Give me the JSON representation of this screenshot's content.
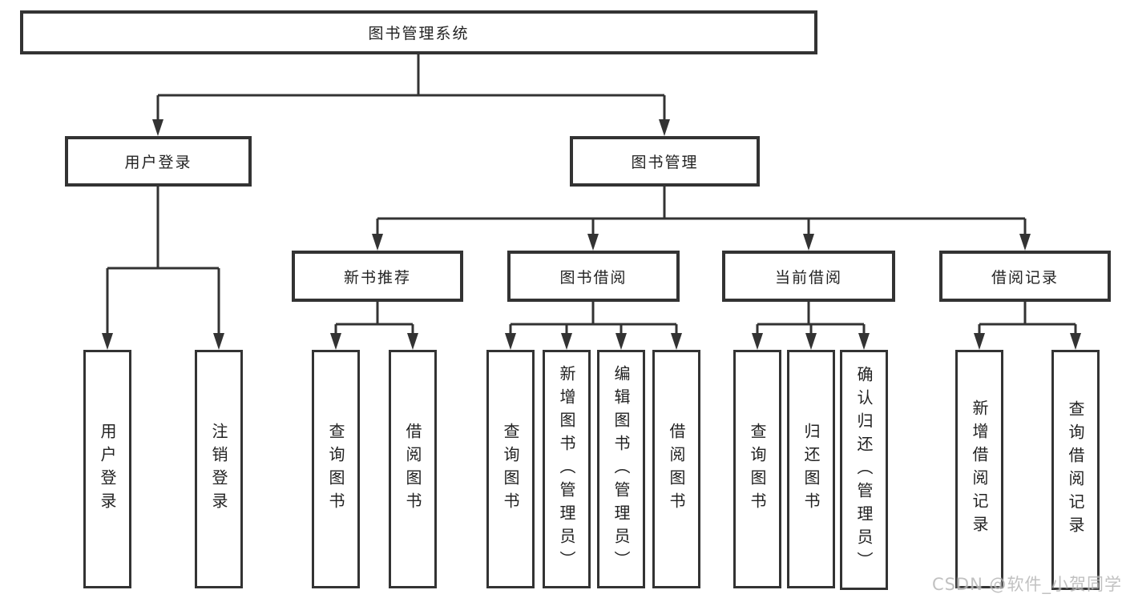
{
  "tree": {
    "label": "图书管理系统",
    "children": [
      {
        "label": "用户登录",
        "children": [
          {
            "label": "用户登录"
          },
          {
            "label": "注销登录"
          }
        ]
      },
      {
        "label": "图书管理",
        "children": [
          {
            "label": "新书推荐",
            "children": [
              {
                "label": "查询图书"
              },
              {
                "label": "借阅图书"
              }
            ]
          },
          {
            "label": "图书借阅",
            "children": [
              {
                "label": "查询图书"
              },
              {
                "label": "新增图书（管理员）"
              },
              {
                "label": "编辑图书（管理员）"
              },
              {
                "label": "借阅图书"
              }
            ]
          },
          {
            "label": "当前借阅",
            "children": [
              {
                "label": "查询图书"
              },
              {
                "label": "归还图书"
              },
              {
                "label": "确认归还（管理员）"
              }
            ]
          },
          {
            "label": "借阅记录",
            "children": [
              {
                "label": "新增借阅记录"
              },
              {
                "label": "查询借阅记录"
              }
            ]
          }
        ]
      }
    ]
  },
  "watermark": {
    "text": "CSDN @软件_小贺同学"
  },
  "colors": {
    "line": "#333333",
    "text": "#222222",
    "bg": "#ffffff",
    "watermark": "#b7b7b7"
  }
}
